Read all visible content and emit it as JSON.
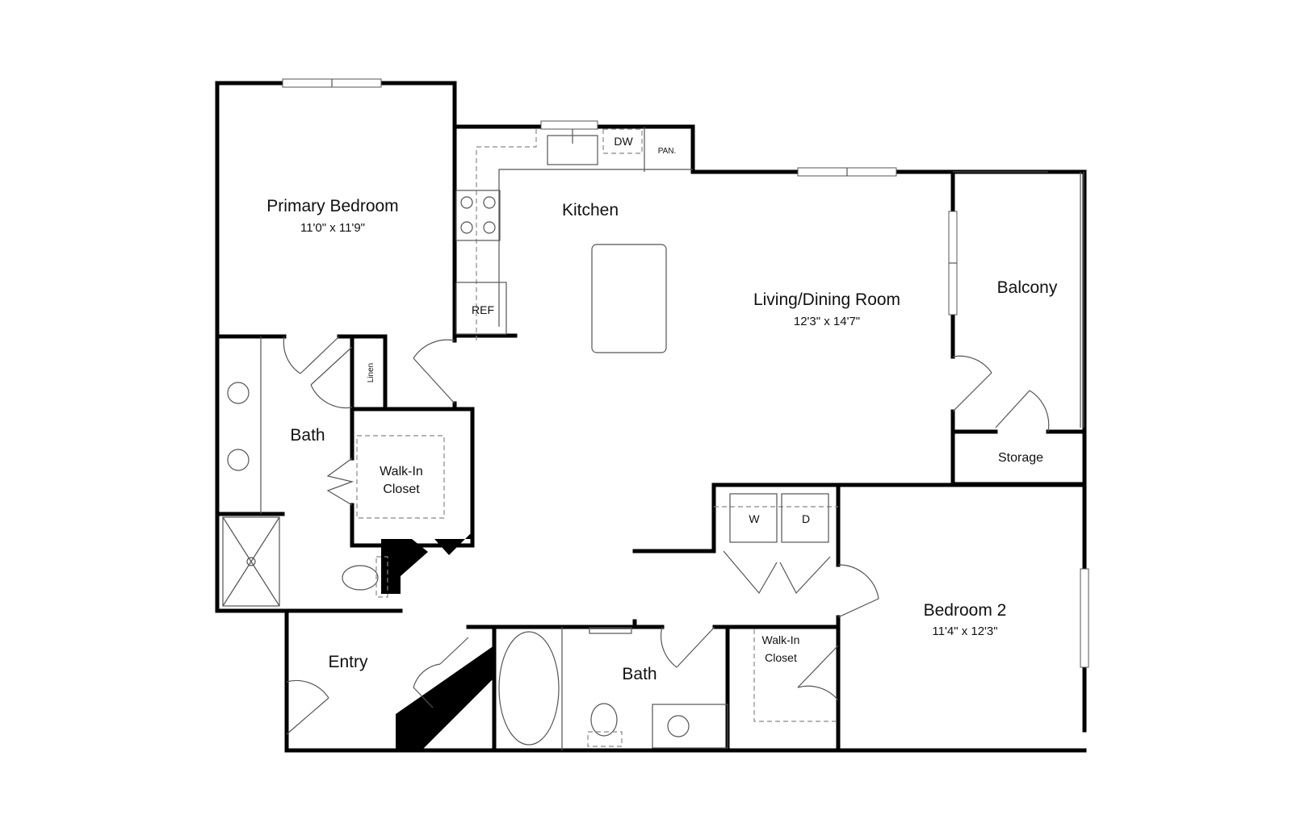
{
  "rooms": {
    "primary_bedroom": {
      "name": "Primary Bedroom",
      "dims": "11'0\" x 11'9\""
    },
    "kitchen": {
      "name": "Kitchen"
    },
    "living_dining": {
      "name": "Living/Dining Room",
      "dims": "12'3\" x 14'7\""
    },
    "balcony": {
      "name": "Balcony"
    },
    "storage": {
      "name": "Storage"
    },
    "primary_bath": {
      "name": "Bath"
    },
    "primary_closet": {
      "line1": "Walk-In",
      "line2": "Closet"
    },
    "linen": {
      "name": "Linen"
    },
    "entry": {
      "name": "Entry"
    },
    "bath2": {
      "name": "Bath"
    },
    "closet2": {
      "line1": "Walk-In",
      "line2": "Closet"
    },
    "bedroom2": {
      "name": "Bedroom 2",
      "dims": "11'4\" x 12'3\""
    }
  },
  "fixtures": {
    "dishwasher": "DW",
    "pantry": "PAN.",
    "refrigerator": "REF",
    "washer": "W",
    "dryer": "D"
  }
}
